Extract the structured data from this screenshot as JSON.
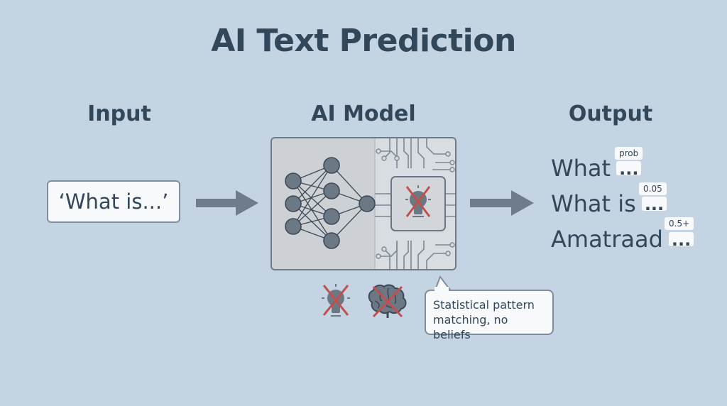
{
  "title": "AI Text Prediction",
  "headers": {
    "input": "Input",
    "model": "AI Model",
    "output": "Output"
  },
  "input_text": "‘What is...’",
  "outputs": [
    {
      "text": "What",
      "dots": "...",
      "tag": "prob"
    },
    {
      "text": "What is",
      "dots": "...",
      "tag": "0.05"
    },
    {
      "text": "Amatraad",
      "dots": "...",
      "tag": "0.5+"
    }
  ],
  "callout": {
    "line1": "Statistical pattern",
    "line2": "matching, no beliefs"
  },
  "icons": {
    "neural_net": "neural-network-icon",
    "chip": "circuit-chip-icon",
    "crossed_bulb": "crossed-lightbulb-icon",
    "crossed_brain": "crossed-brain-icon",
    "arrow": "right-arrow-icon"
  },
  "colors": {
    "background": "#c5d4e3",
    "text": "#33475b",
    "cross": "#c0504d",
    "node": "#6d7885",
    "arrow": "#6f7c89"
  }
}
